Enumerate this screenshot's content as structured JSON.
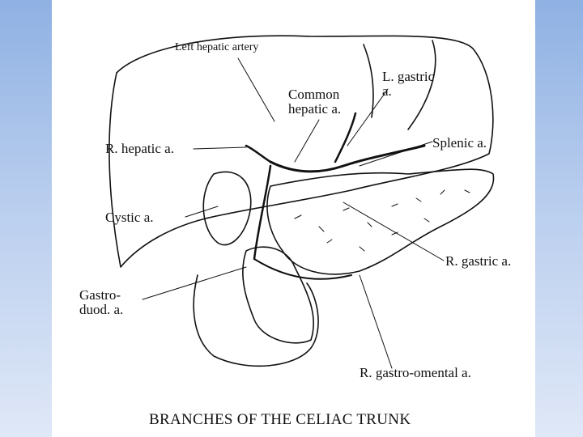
{
  "slide": {
    "background_top": "#8fb1e3",
    "background_bottom": "#dfe8f7",
    "panel_color": "#ffffff"
  },
  "diagram": {
    "caption": "BRANCHES OF THE CELIAC TRUNK",
    "labels": {
      "left_hepatic_artery": "Left hepatic artery",
      "common_hepatic": "Common\nhepatic a.",
      "l_gastric": "L. gastric\na.",
      "r_hepatic": "R. hepatic a.",
      "splenic": "Splenic a.",
      "cystic": "Cystic a.",
      "r_gastric": "R. gastric a.",
      "gastroduod": "Gastro-\nduod. a.",
      "r_gastro_omental": "R. gastro-omental a."
    }
  }
}
